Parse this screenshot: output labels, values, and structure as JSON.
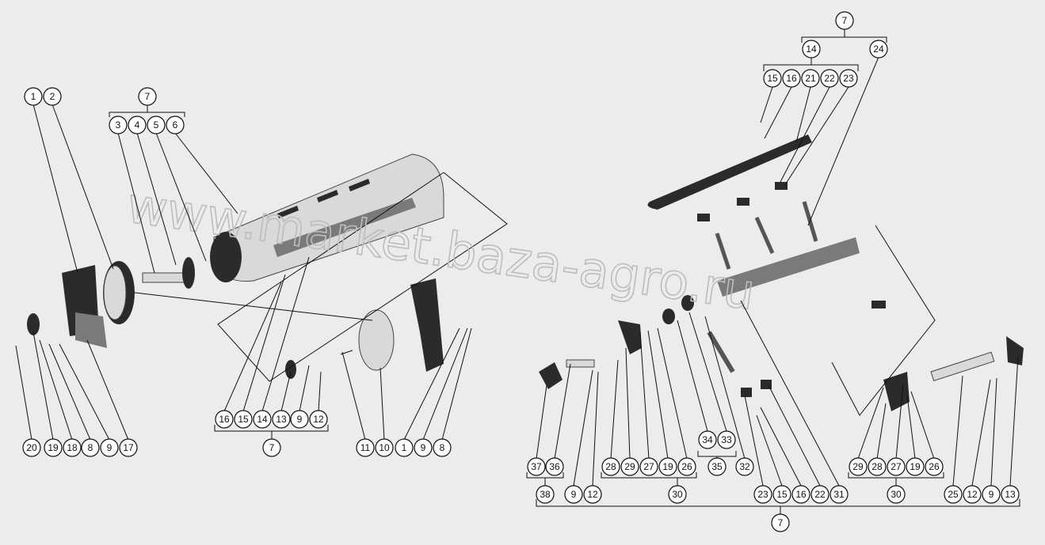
{
  "diagram": {
    "type": "exploded-parts-assembly",
    "watermark": "www.market.baza-agro.ru",
    "callouts": [
      {
        "id": "c1",
        "label": "1"
      },
      {
        "id": "c2",
        "label": "2"
      },
      {
        "id": "c7a",
        "label": "7"
      },
      {
        "id": "c3",
        "label": "3"
      },
      {
        "id": "c4",
        "label": "4"
      },
      {
        "id": "c5",
        "label": "5"
      },
      {
        "id": "c6",
        "label": "6"
      },
      {
        "id": "b20",
        "label": "20"
      },
      {
        "id": "b19",
        "label": "19"
      },
      {
        "id": "b18",
        "label": "18"
      },
      {
        "id": "b8",
        "label": "8"
      },
      {
        "id": "b9",
        "label": "9"
      },
      {
        "id": "b17",
        "label": "17"
      },
      {
        "id": "m16",
        "label": "16"
      },
      {
        "id": "m15",
        "label": "15"
      },
      {
        "id": "m14",
        "label": "14"
      },
      {
        "id": "m13",
        "label": "13"
      },
      {
        "id": "m9",
        "label": "9"
      },
      {
        "id": "m12",
        "label": "12"
      },
      {
        "id": "m7",
        "label": "7"
      },
      {
        "id": "r11",
        "label": "11"
      },
      {
        "id": "r10",
        "label": "10"
      },
      {
        "id": "r1",
        "label": "1"
      },
      {
        "id": "r9",
        "label": "9"
      },
      {
        "id": "r8",
        "label": "8"
      },
      {
        "id": "t7",
        "label": "7"
      },
      {
        "id": "t14",
        "label": "14"
      },
      {
        "id": "t24",
        "label": "24"
      },
      {
        "id": "t15",
        "label": "15"
      },
      {
        "id": "t16",
        "label": "16"
      },
      {
        "id": "t21",
        "label": "21"
      },
      {
        "id": "t22",
        "label": "22"
      },
      {
        "id": "t23",
        "label": "23"
      },
      {
        "id": "s37",
        "label": "37"
      },
      {
        "id": "s36",
        "label": "36"
      },
      {
        "id": "s38",
        "label": "38"
      },
      {
        "id": "s9",
        "label": "9"
      },
      {
        "id": "s12",
        "label": "12"
      },
      {
        "id": "s28",
        "label": "28"
      },
      {
        "id": "s29",
        "label": "29"
      },
      {
        "id": "s27",
        "label": "27"
      },
      {
        "id": "s19",
        "label": "19"
      },
      {
        "id": "s26",
        "label": "26"
      },
      {
        "id": "s30a",
        "label": "30"
      },
      {
        "id": "s34",
        "label": "34"
      },
      {
        "id": "s33",
        "label": "33"
      },
      {
        "id": "s35",
        "label": "35"
      },
      {
        "id": "s32",
        "label": "32"
      },
      {
        "id": "s23",
        "label": "23"
      },
      {
        "id": "s15",
        "label": "15"
      },
      {
        "id": "s16",
        "label": "16"
      },
      {
        "id": "s22",
        "label": "22"
      },
      {
        "id": "s31",
        "label": "31"
      },
      {
        "id": "u29",
        "label": "29"
      },
      {
        "id": "u28",
        "label": "28"
      },
      {
        "id": "u27",
        "label": "27"
      },
      {
        "id": "u19",
        "label": "19"
      },
      {
        "id": "u26",
        "label": "26"
      },
      {
        "id": "u30",
        "label": "30"
      },
      {
        "id": "u25",
        "label": "25"
      },
      {
        "id": "u12",
        "label": "12"
      },
      {
        "id": "u9",
        "label": "9"
      },
      {
        "id": "u13",
        "label": "13"
      },
      {
        "id": "g7",
        "label": "7"
      }
    ]
  }
}
